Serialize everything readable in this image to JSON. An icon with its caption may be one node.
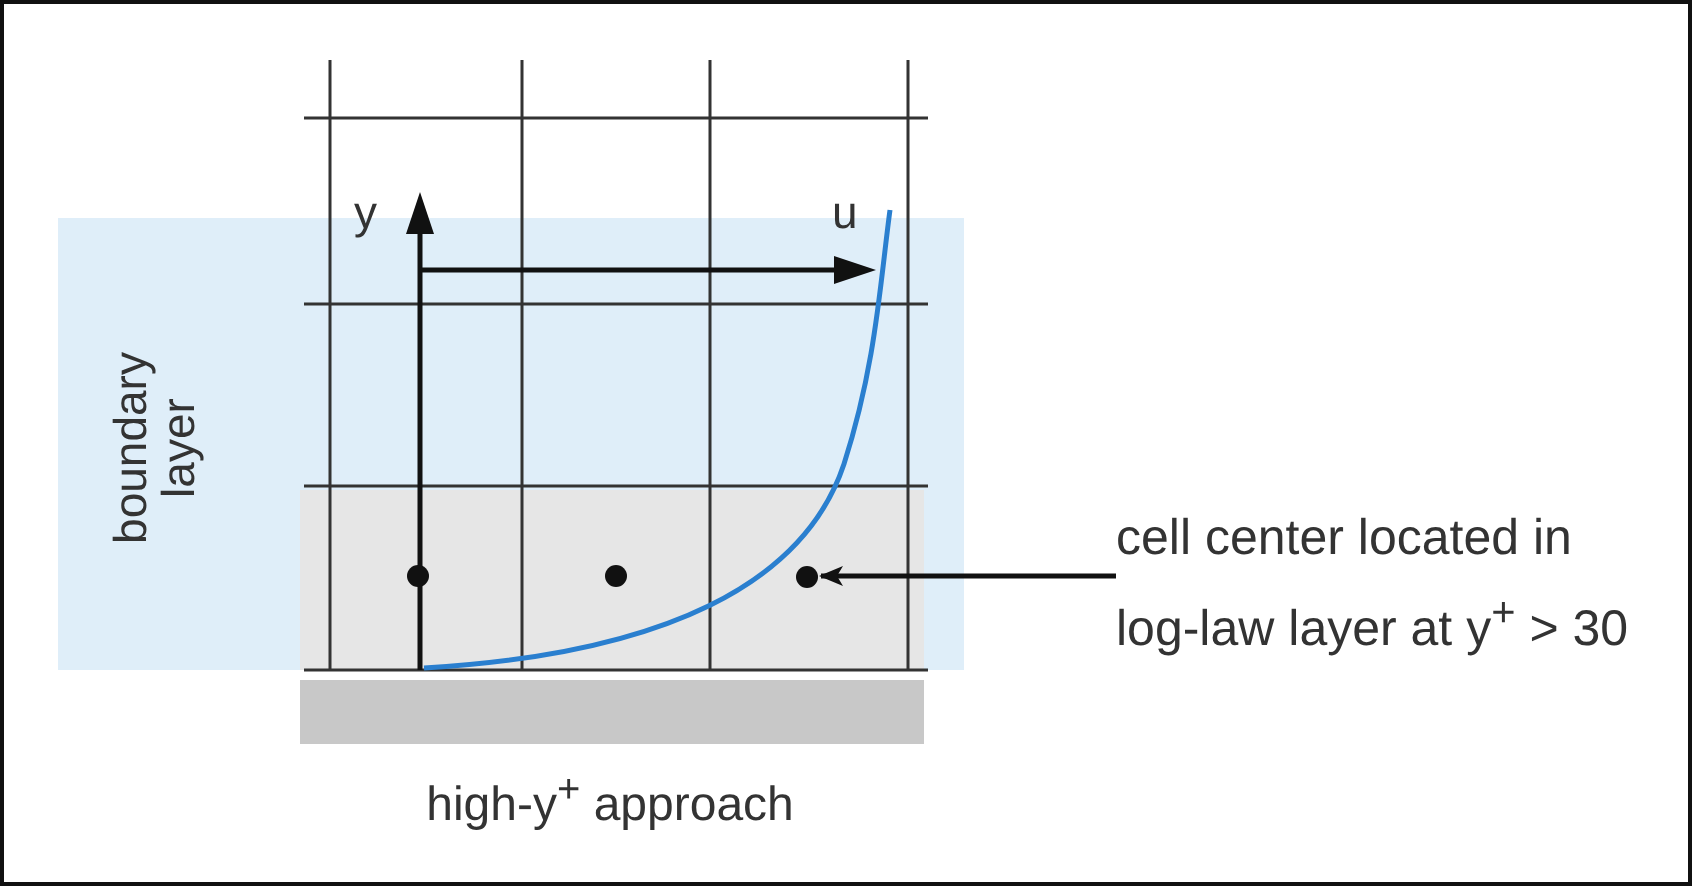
{
  "diagram": {
    "caption": "high-y$^{+}$ approach",
    "nodes": [
      {
        "text": [
          "cell center located in log-law layer at y$^{+}$ > 30"
        ]
      },
      {
        "text": [],
        "shape": "circle"
      }
    ],
    "edges": [
      {
        "from": 0,
        "to": 1,
        "arrow": "to"
      }
    ],
    "labels": [
      "boundary layer",
      "y",
      "u"
    ]
  }
}
